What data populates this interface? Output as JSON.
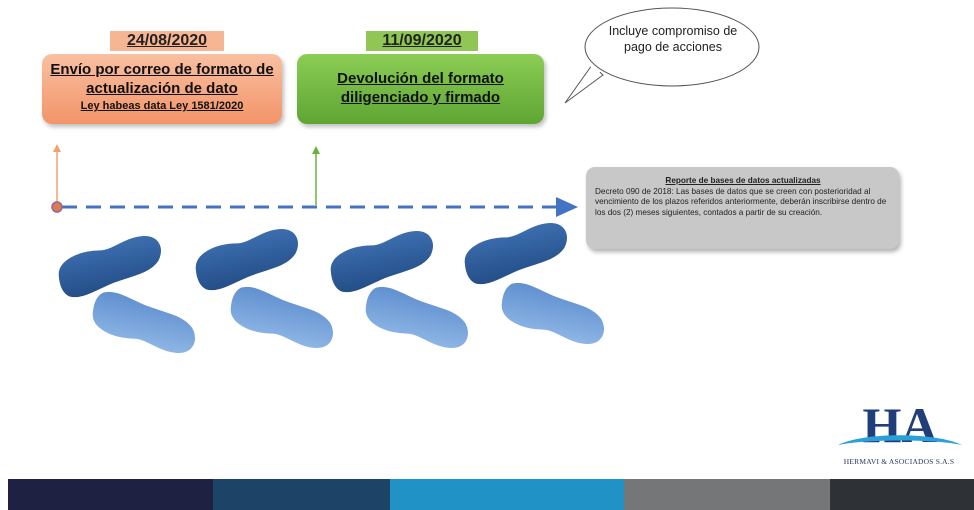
{
  "milestone1": {
    "date": "24/08/2020",
    "title": "Envío por correo de formato de actualización de dato",
    "subtitle": "Ley habeas data Ley 1581/2020",
    "color": "#f39468"
  },
  "milestone2": {
    "date": "11/09/2020",
    "title": "Devolución del formato diligenciado y firmado",
    "color": "#6bb23a"
  },
  "callout": {
    "text": "Incluye compromiso de pago de acciones"
  },
  "report": {
    "title": "Reporte de bases de datos actualizadas",
    "body": "Decreto 090 de 2018: Las bases de datos que se creen con posterioridad al vencimiento de los plazos referidos anteriormente, deberán inscribirse dentro de los dos (2) meses siguientes, contados a partir de su creación."
  },
  "timeline": {
    "arrow_color": "#4472c4"
  },
  "logo": {
    "monogram": "HA",
    "brand": "HERMAVI & ASOCIADOS S.A.S"
  },
  "footer": {
    "colors": [
      "#1f2143",
      "#1d4466",
      "#2192c6",
      "#757678",
      "#2e3236"
    ]
  }
}
